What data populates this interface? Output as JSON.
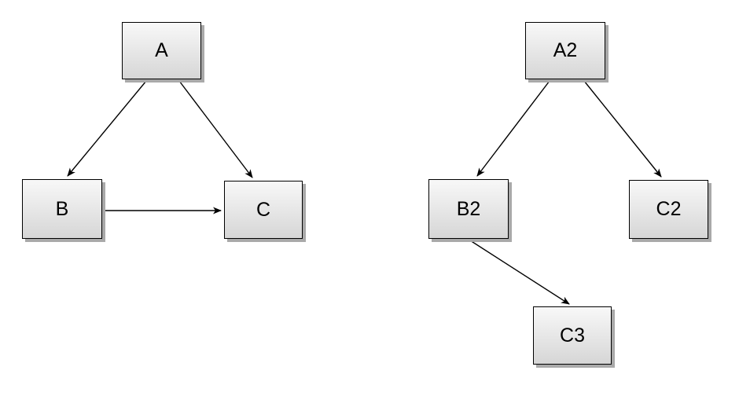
{
  "diagrams": [
    {
      "name": "left-graph",
      "nodes": [
        {
          "id": "A",
          "label": "A"
        },
        {
          "id": "B",
          "label": "B"
        },
        {
          "id": "C",
          "label": "C"
        }
      ],
      "edges": [
        {
          "from": "A",
          "to": "B"
        },
        {
          "from": "A",
          "to": "C"
        },
        {
          "from": "B",
          "to": "C"
        }
      ]
    },
    {
      "name": "right-graph",
      "nodes": [
        {
          "id": "A2",
          "label": "A2"
        },
        {
          "id": "B2",
          "label": "B2"
        },
        {
          "id": "C2",
          "label": "C2"
        },
        {
          "id": "C3",
          "label": "C3"
        }
      ],
      "edges": [
        {
          "from": "A2",
          "to": "B2"
        },
        {
          "from": "A2",
          "to": "C2"
        },
        {
          "from": "B2",
          "to": "C3"
        }
      ]
    }
  ],
  "colors": {
    "node_fill_top": "#f8f8f8",
    "node_fill_bottom": "#d6d6d6",
    "node_border": "#000000",
    "node_shadow": "#a9a9a9",
    "edge": "#000000",
    "background": "#ffffff"
  }
}
